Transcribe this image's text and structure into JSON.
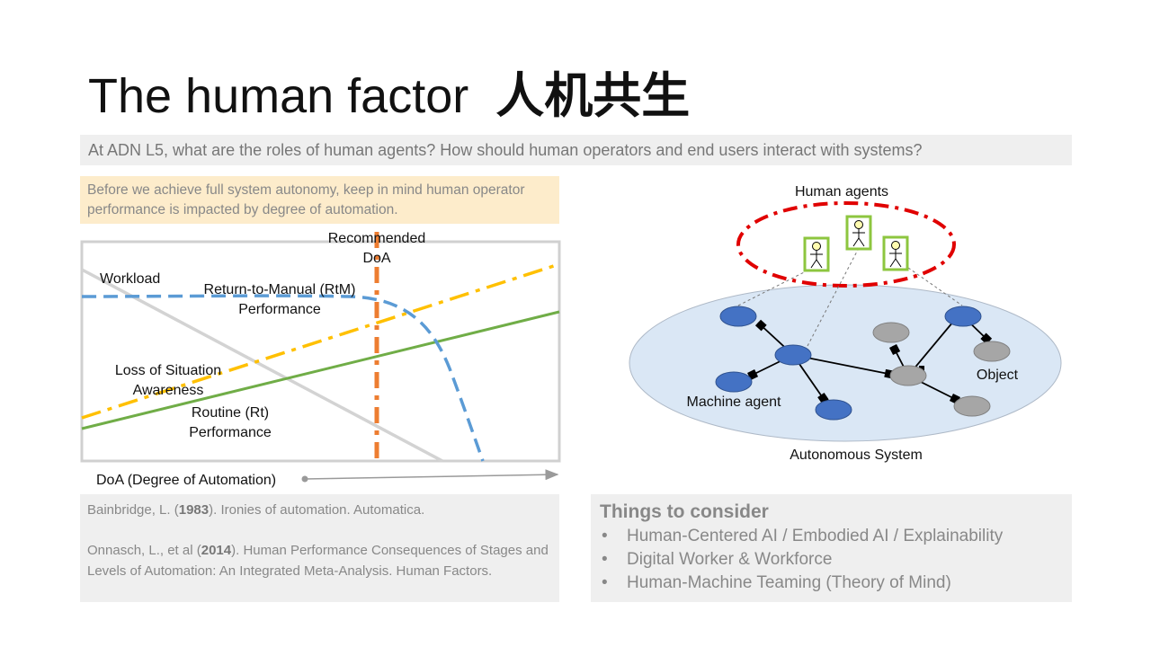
{
  "title": {
    "text": "The human factor",
    "cjk": "人机共生"
  },
  "question": "At ADN L5, what are the roles of human agents? How should human operators and end users interact with systems?",
  "note": "Before we achieve full system autonomy, keep in mind human operator performance is impacted by degree of automation.",
  "doa_chart": {
    "recommended_label": [
      "Recommended",
      "DoA"
    ],
    "workload_label": "Workload",
    "rtm_label": [
      "Return-to-Manual (RtM)",
      "Performance"
    ],
    "losa_label": [
      "Loss of Situation",
      "Awareness"
    ],
    "routine_label": [
      "Routine (Rt)",
      "Performance"
    ],
    "x_axis_label": "DoA (Degree of Automation)",
    "colors": {
      "workload": "#d3d3d3",
      "rtm": "#5b9bd5",
      "losa": "#ffc000",
      "routine": "#70ad47",
      "recommended": "#ed7d31"
    }
  },
  "system_diagram": {
    "human_agents_label": "Human agents",
    "machine_agent_label": "Machine agent",
    "object_label": "Object",
    "autonomous_system_label": "Autonomous System",
    "colors": {
      "ellipse": "#dae7f5",
      "human_circle": "#e00000",
      "machine_node": "#4472c4",
      "object_node": "#a6a6a6",
      "human_box": "#8dc63f"
    }
  },
  "references": {
    "ref1": {
      "pre": "Bainbridge, L. (",
      "year": "1983",
      "post": "). Ironies of automation. Automatica."
    },
    "ref2": {
      "pre": "Onnasch, L., et al (",
      "year": "2014",
      "post": "). Human Performance Consequences of Stages and Levels of Automation: An Integrated Meta-Analysis. Human Factors."
    }
  },
  "consider": {
    "heading": "Things to consider",
    "items": [
      "Human-Centered AI / Embodied AI / Explainability",
      "Digital Worker & Workforce",
      "Human-Machine Teaming (Theory of Mind)"
    ]
  }
}
